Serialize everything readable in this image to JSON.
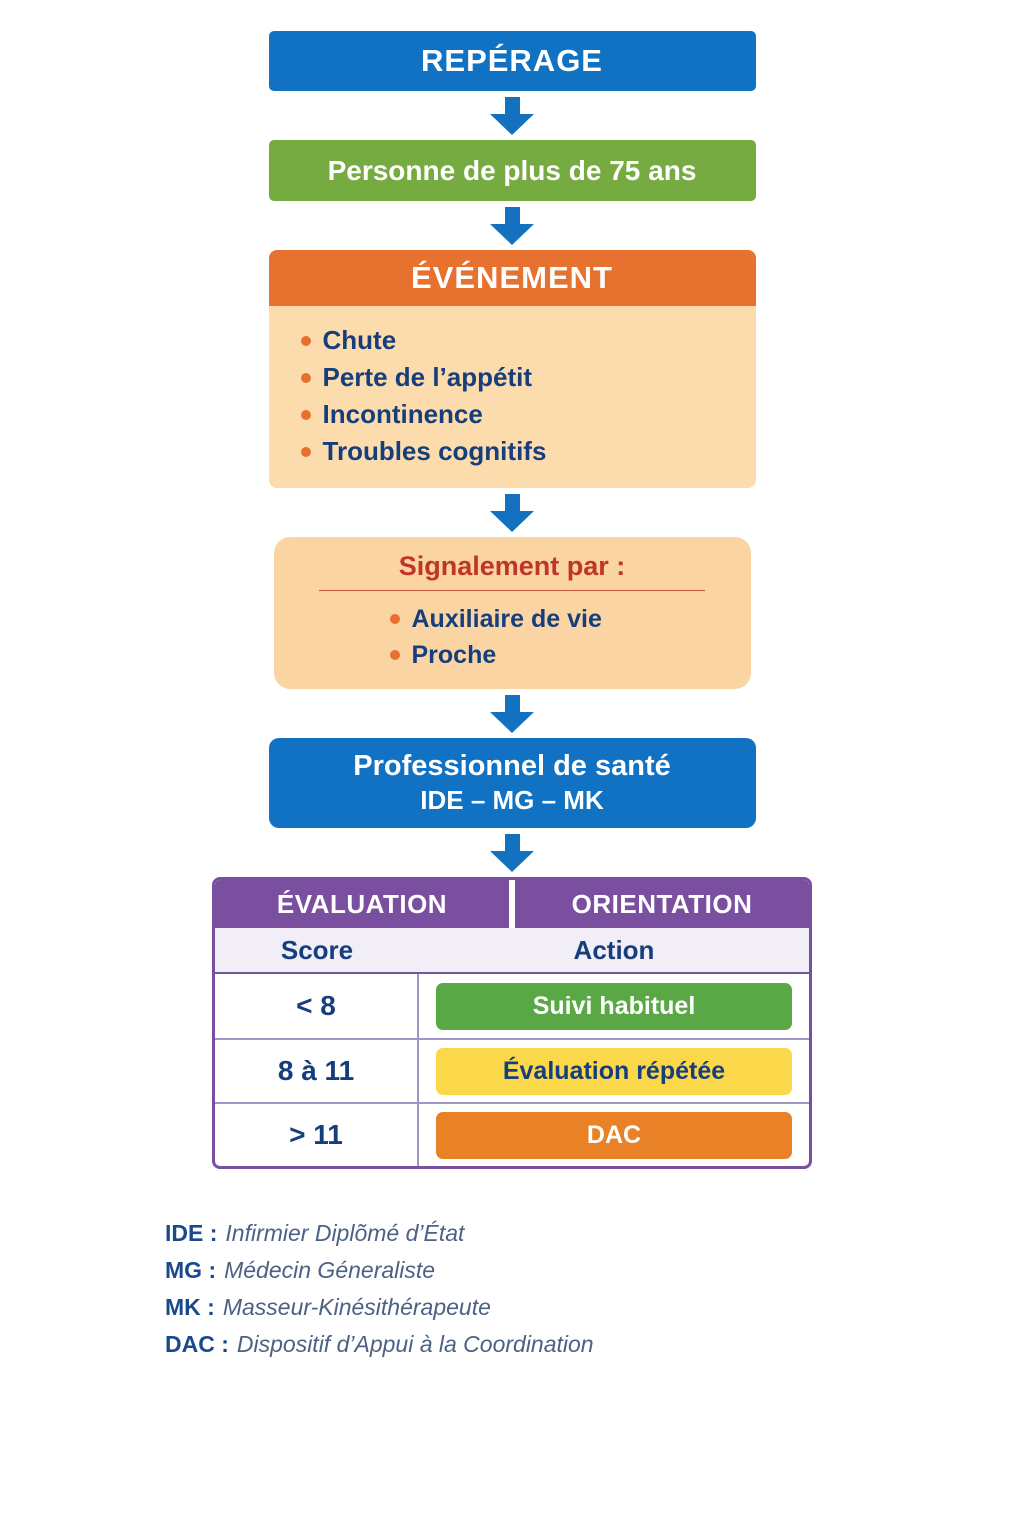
{
  "colors": {
    "blue": "#1172c4",
    "green_box": "#76ab42",
    "orange_header": "#e7712f",
    "peach_body": "#fcdcac",
    "signalement_bg": "#fbd4a3",
    "signalement_title": "#bf3526",
    "navy_text": "#173e7c",
    "purple_table": "#7a4f9f",
    "arrow_blue": "#1371c0"
  },
  "flow": {
    "reperage": "REPÉRAGE",
    "personne": "Personne de plus de 75 ans",
    "evenement": {
      "title": "ÉVÉNEMENT",
      "items": [
        "Chute",
        "Perte de l’appétit",
        "Incontinence",
        "Troubles cognitifs"
      ]
    },
    "signalement": {
      "title": "Signalement par :",
      "items": [
        "Auxiliaire de vie",
        "Proche"
      ]
    },
    "professionnel": {
      "line1": "Professionnel de santé",
      "line2": "IDE – MG – MK"
    }
  },
  "table": {
    "headers": [
      "ÉVALUATION",
      "ORIENTATION"
    ],
    "subheaders": [
      "Score",
      "Action"
    ],
    "rows": [
      {
        "score": "< 8",
        "action": "Suivi habituel",
        "bg": "#5aa845",
        "fg": "#ffffff"
      },
      {
        "score": "8 à 11",
        "action": "Évaluation répétée",
        "bg": "#fbd84a",
        "fg": "#173e7c"
      },
      {
        "score": "> 11",
        "action": "DAC",
        "bg": "#e98127",
        "fg": "#ffffff"
      }
    ]
  },
  "legend": {
    "items": [
      {
        "abbr": "IDE :",
        "desc": "Infirmier Diplõmé d’État"
      },
      {
        "abbr": "MG :",
        "desc": "Médecin Géneraliste"
      },
      {
        "abbr": "MK :",
        "desc": "Masseur-Kinésithérapeute"
      },
      {
        "abbr": "DAC :",
        "desc": "Dispositif d’Appui à la Coordination"
      }
    ]
  }
}
